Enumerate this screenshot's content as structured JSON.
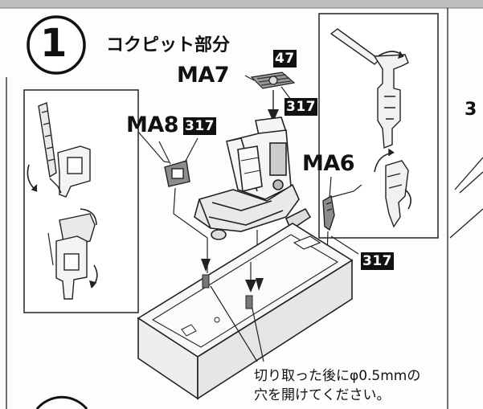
{
  "step": {
    "number": "1",
    "title": "コクピット部分"
  },
  "parts": {
    "ma7": "MA7",
    "ma8": "MA8",
    "ma6": "MA6",
    "ma3_partial": "3"
  },
  "tags": {
    "tag47": "47",
    "tag317_top": "317",
    "tag317_left": "317",
    "tag317_right": "317"
  },
  "instruction": {
    "line1": "切り取った後にφ0.5mmの",
    "line2": "穴を開けてください。"
  }
}
